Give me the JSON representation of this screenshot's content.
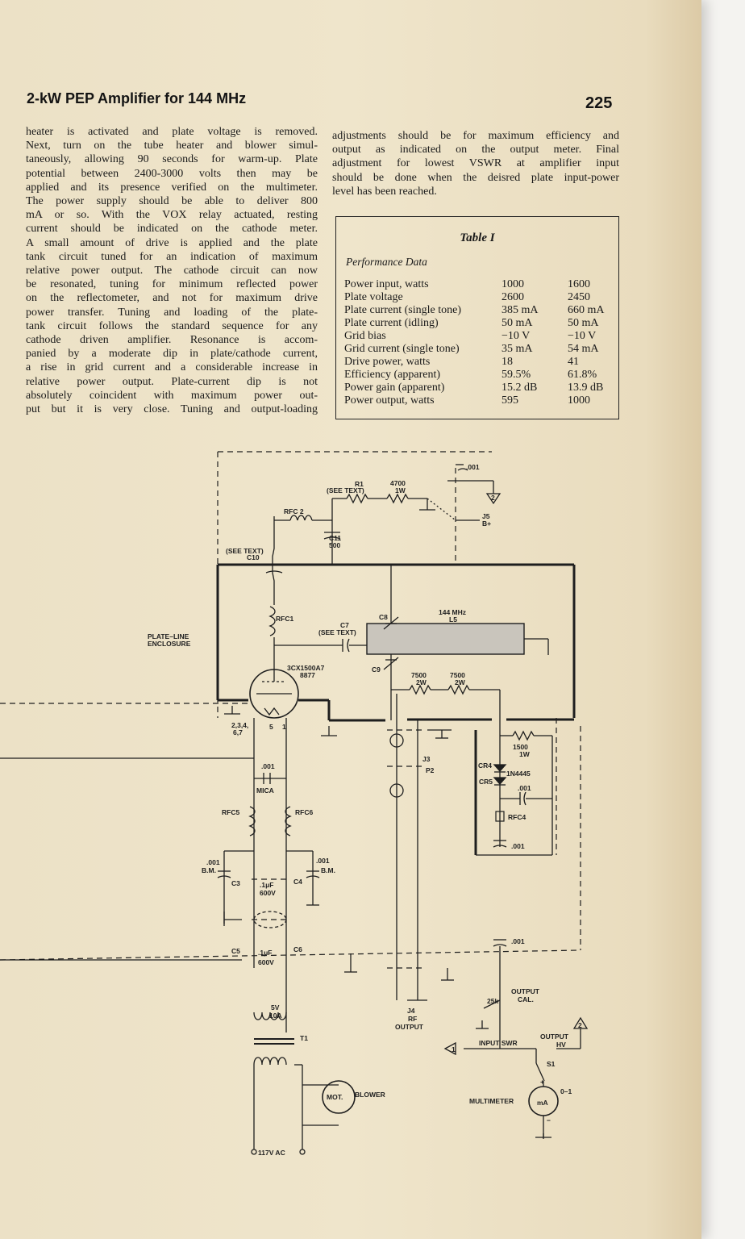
{
  "header": {
    "title": "2-kW PEP Amplifier for 144 MHz",
    "page_number": "225"
  },
  "left_column": [
    "heater is activated and plate voltage is removed.",
    "Next, turn on the tube heater and blower simul-",
    "taneously, allowing 90 seconds for warm-up. Plate",
    "potential between 2400-3000 volts then may be",
    "applied and its presence verified on the multimeter.",
    "The power supply should be able to deliver 800",
    "mA or so. With the VOX relay actuated, resting",
    "current should be indicated on the cathode meter.",
    "A small amount of drive is applied and the plate",
    "tank circuit tuned for an indication of maximum",
    "relative power output. The cathode circuit can now",
    "be resonated, tuning for minimum reflected power",
    "on the reflectometer, and not for maximum drive",
    "power transfer. Tuning and loading of the plate-",
    "tank circuit follows the standard sequence for any",
    "cathode driven amplifier. Resonance is accom-",
    "panied by a moderate dip in plate/cathode current,",
    "a rise in grid current and a considerable increase in",
    "relative power output. Plate-current dip is not",
    "absolutely coincident with maximum power out-",
    "put but it is very close. Tuning and output-loading"
  ],
  "right_column": [
    "adjustments should be for maximum efficiency and",
    "output as indicated on the output meter. Final",
    "adjustment for lowest VSWR at amplifier input",
    "should be done when the deisred plate input-power",
    "level has been reached."
  ],
  "table": {
    "title": "Table I",
    "subtitle": "Performance Data",
    "rows": [
      [
        "Power input, watts",
        "1000",
        "1600"
      ],
      [
        "Plate voltage",
        "2600",
        "2450"
      ],
      [
        "Plate current (single tone)",
        "385 mA",
        "660 mA"
      ],
      [
        "Plate current (idling)",
        "50 mA",
        "50 mA"
      ],
      [
        "Grid bias",
        "−10 V",
        "−10 V"
      ],
      [
        "Grid current (single tone)",
        "35 mA",
        "54 mA"
      ],
      [
        "Drive power, watts",
        "18",
        "41"
      ],
      [
        "Efficiency (apparent)",
        "59.5%",
        "61.8%"
      ],
      [
        "Power gain (apparent)",
        "15.2 dB",
        "13.9 dB"
      ],
      [
        "Power output, watts",
        "595",
        "1000"
      ]
    ]
  },
  "schematic": {
    "labels": {
      "c_001_top": ".001",
      "r1": "R1",
      "r1_note": "(SEE TEXT)",
      "r_4700": "4700",
      "r_4700_w": "1W",
      "j5": "J5",
      "j5_bplus": "B+",
      "rfc2": "RFC 2",
      "c11": "C11",
      "c11_val": "500",
      "c10_note": "(SEE TEXT)",
      "c10": "C10",
      "rfc1": "RFC1",
      "c8": "C8",
      "l5_freq": "144 MHz",
      "l5": "L5",
      "c7": "C7",
      "c7_note": "(SEE TEXT)",
      "plate_line": "PLATE–LINE",
      "enclosure": "ENCLOSURE",
      "tube": "3CX1500A7",
      "tube_alt": "8877",
      "c9": "C9",
      "r_7500a": "7500",
      "r_7500a_w": "2W",
      "r_7500b": "7500",
      "r_7500b_w": "2W",
      "pins_a": "2,3,4,",
      "pins_b": "6,7",
      "pin5": "5",
      "pin1": "1",
      "c_001_mica_val": ".001",
      "mica": "MICA",
      "rfc5": "RFC5",
      "rfc6": "RFC6",
      "j3": "J3",
      "p2": "P2",
      "r_1500": "1500",
      "r_1500_w": "1W",
      "cr4": "CR4",
      "cr4_type": "1N4445",
      "cr5": "CR5",
      "c_001_cr": ".001",
      "rfc4": "RFC4",
      "c_001_rfc4": ".001",
      "c_001_bm_left": ".001",
      "bm_left": "B.M.",
      "c3": "C3",
      "c_1uf_a": ".1μF",
      "c_600v_a": "600V",
      "c4": "C4",
      "c_001_bm_right": ".001",
      "bm_right": "B.M.",
      "c5": "C5",
      "c_1uf_b": ".1μF",
      "c_600v_b": "600V",
      "c6": "C6",
      "c_001_out": ".001",
      "output_cal": "OUTPUT",
      "output_cal_2": "CAL.",
      "pot_25k": "25k",
      "j4": "J4",
      "j4_rf": "RF",
      "j4_output": "OUTPUT",
      "xfmr_v": "5V",
      "xfmr_a": "10A",
      "t1": "T1",
      "input_swr": "INPUT SWR",
      "output_hv": "OUTPUT",
      "output_hv_2": "HV",
      "s1": "S1",
      "plus": "+",
      "minus": "−",
      "meter_range": "0–1",
      "multimeter": "MULTIMETER",
      "meter_ma": "mA",
      "mot": "MOT.",
      "blower": "BLOWER",
      "ac": "117V  AC",
      "tri1": "1",
      "tri2a": "2",
      "tri2b": "2"
    }
  }
}
